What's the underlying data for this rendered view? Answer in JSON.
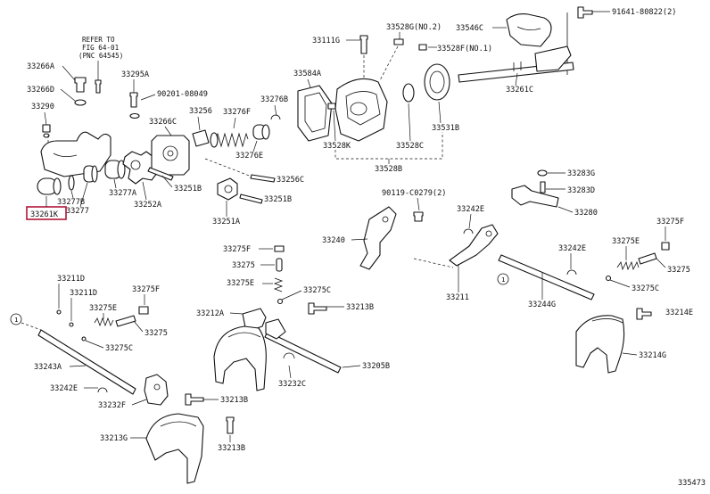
{
  "diagram": {
    "image_number": "335473",
    "note": [
      "REFER TO",
      "FIG 64-01",
      "(PNC 64545)"
    ],
    "selected_part": "33261K",
    "highlight_color": "#b0173a",
    "labels": {
      "p33266A": "33266A",
      "p33266D": "33266D",
      "p33290": "33290",
      "p33295A": "33295A",
      "p90201": "90201-08049",
      "p33266C": "33266C",
      "p33256": "33256",
      "p33276F": "33276F",
      "p33276B": "33276B",
      "p33276E": "33276E",
      "p33256C": "33256C",
      "p33251B_1": "33251B",
      "p33251B_2": "33251B",
      "p33251A": "33251A",
      "p33277B": "33277B",
      "p33277": "33277",
      "p33277A": "33277A",
      "p33252A": "33252A",
      "p33261K": "33261K",
      "p33111G": "33111G",
      "p33528Gno2": "33528G(NO.2)",
      "p33528Fno1": "33528F(NO.1)",
      "p33546C": "33546C",
      "p91641": "91641-80822(2)",
      "p33584A": "33584A",
      "p33261C": "33261C",
      "p33528K": "33528K",
      "p33528C": "33528C",
      "p33531B": "33531B",
      "p33528B": "33528B",
      "p33283G": "33283G",
      "p33283D": "33283D",
      "p33280": "33280",
      "p90119": "90119-C0279(2)",
      "p33242E_1": "33242E",
      "p33240": "33240",
      "p33242E_2": "33242E",
      "p33211": "33211",
      "p33275F_1": "33275F",
      "p33275E_1": "33275E",
      "p33275_1": "33275",
      "p33275C_1": "33275C",
      "p33244G": "33244G",
      "p33214E": "33214E",
      "p33214G": "33214G",
      "p33275F_2": "33275F",
      "p33275_2": "33275",
      "p33275E_2": "33275E",
      "p33275C_2": "33275C",
      "p33212A": "33212A",
      "p33213B_1": "33213B",
      "p33205B": "33205B",
      "p33232C": "33232C",
      "p33211D_1": "33211D",
      "p33211D_2": "33211D",
      "p33275E_3": "33275E",
      "p33275F_3": "33275F",
      "p33275_3": "33275",
      "p33275C_3": "33275C",
      "p33243A": "33243A",
      "p33242E_3": "33242E",
      "p33232F": "33232F",
      "p33213B_2": "33213B",
      "p33213G": "33213G",
      "p33213B_3": "33213B",
      "ref1_a": "1",
      "ref1_b": "1"
    }
  }
}
